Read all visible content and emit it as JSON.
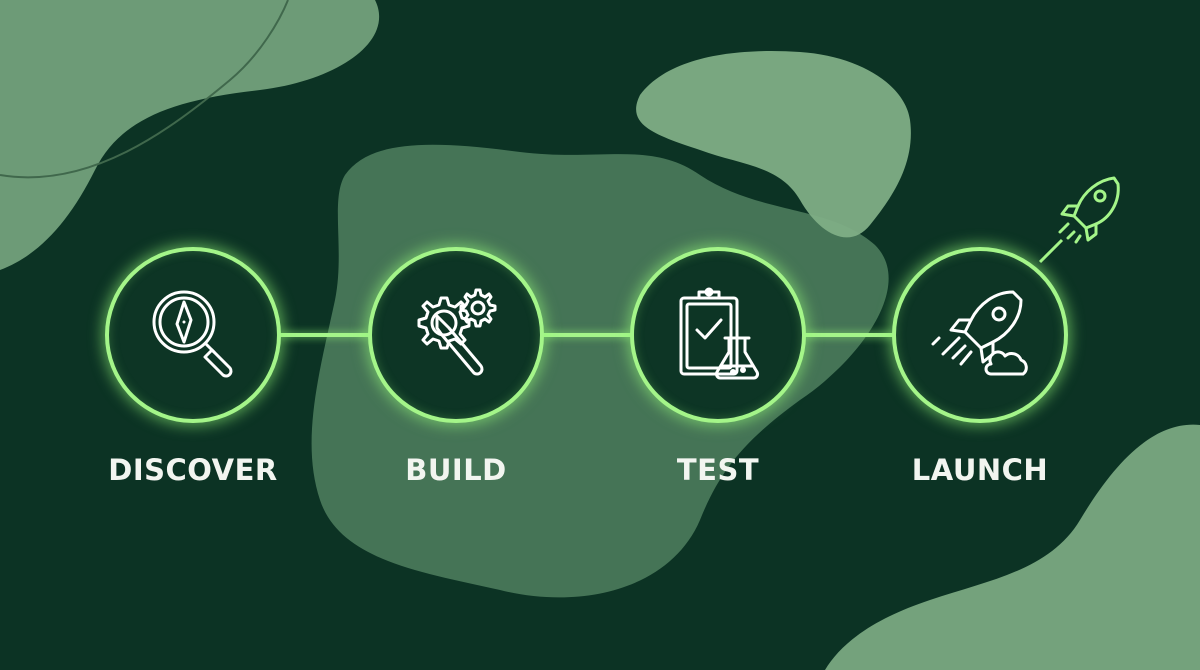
{
  "colors": {
    "background": "#0c3324",
    "blob_light": "#7fae86",
    "blob_mid": "#4b7b5c",
    "accent": "#a4f589",
    "label": "#f2f5f0",
    "icon_stroke": "#ffffff"
  },
  "steps": [
    {
      "label": "DISCOVER",
      "icon": "magnifier-compass-icon"
    },
    {
      "label": "BUILD",
      "icon": "gears-wrench-icon"
    },
    {
      "label": "TEST",
      "icon": "clipboard-flask-icon"
    },
    {
      "label": "LAUNCH",
      "icon": "rocket-cloud-icon"
    }
  ],
  "decoration": {
    "trailing_icon": "rocket-icon"
  }
}
